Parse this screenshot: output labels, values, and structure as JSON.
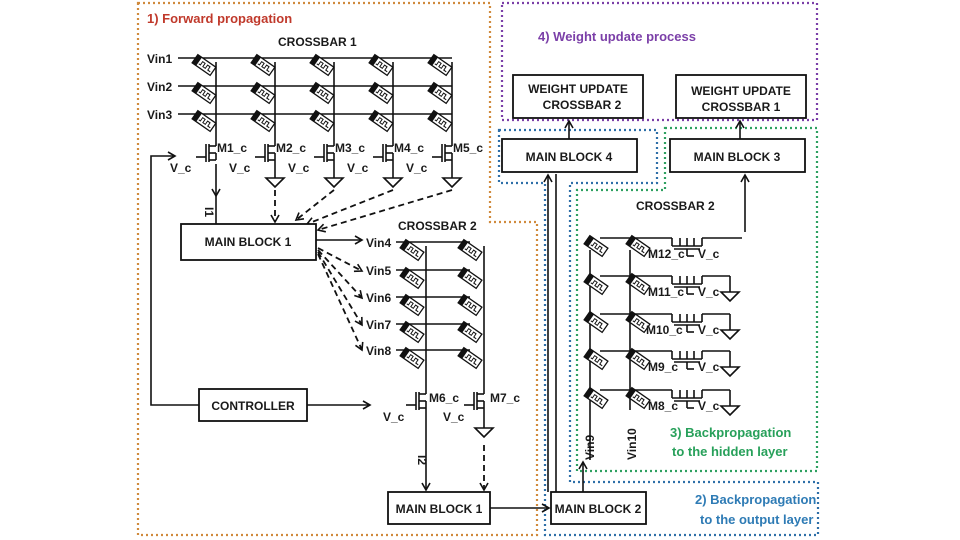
{
  "sections": {
    "forward": {
      "label": "1) Forward propagation",
      "color": "#c0392b",
      "border": "#d08a3c"
    },
    "backprop_output": {
      "label_line1": "2) Backpropagation",
      "label_line2": "to the output layer",
      "color": "#2e7bb5",
      "border": "#2e6fa8"
    },
    "backprop_hidden": {
      "label_line1": "3) Backpropagation",
      "label_line2": "to the hidden layer",
      "color": "#27a05a",
      "border": "#2ea060"
    },
    "weight_update": {
      "label": "4) Weight update process",
      "color": "#7b3fa8",
      "border": "#7b3fa8"
    }
  },
  "crossbar1": {
    "title": "CROSSBAR 1",
    "inputs": [
      "Vin1",
      "Vin2",
      "Vin3"
    ],
    "transistors": [
      "M1_c",
      "M2_c",
      "M3_c",
      "M4_c",
      "M5_c"
    ],
    "gate_label": "V_c",
    "current_label": "I1"
  },
  "crossbar2_forward": {
    "title": "CROSSBAR 2",
    "inputs": [
      "Vin4",
      "Vin5",
      "Vin6",
      "Vin7",
      "Vin8"
    ],
    "transistors": [
      "M6_c",
      "M7_c"
    ],
    "gate_label": "V_c",
    "current_label": "I2"
  },
  "crossbar2_backward": {
    "title": "CROSSBAR 2",
    "inputs": [
      "Vin9",
      "Vin10"
    ],
    "transistors": [
      "M12_c",
      "M11_c",
      "M10_c",
      "M9_c",
      "M8_c"
    ],
    "gate_label": "V_c"
  },
  "blocks": {
    "main_block_1_top": "MAIN BLOCK 1",
    "main_block_1_bottom": "MAIN BLOCK 1",
    "main_block_2": "MAIN BLOCK 2",
    "main_block_3": "MAIN BLOCK 3",
    "main_block_4": "MAIN BLOCK 4",
    "controller": "CONTROLLER",
    "wu_crossbar2_line1": "WEIGHT UPDATE",
    "wu_crossbar2_line2": "CROSSBAR 2",
    "wu_crossbar1_line1": "WEIGHT UPDATE",
    "wu_crossbar1_line2": "CROSSBAR 1"
  }
}
